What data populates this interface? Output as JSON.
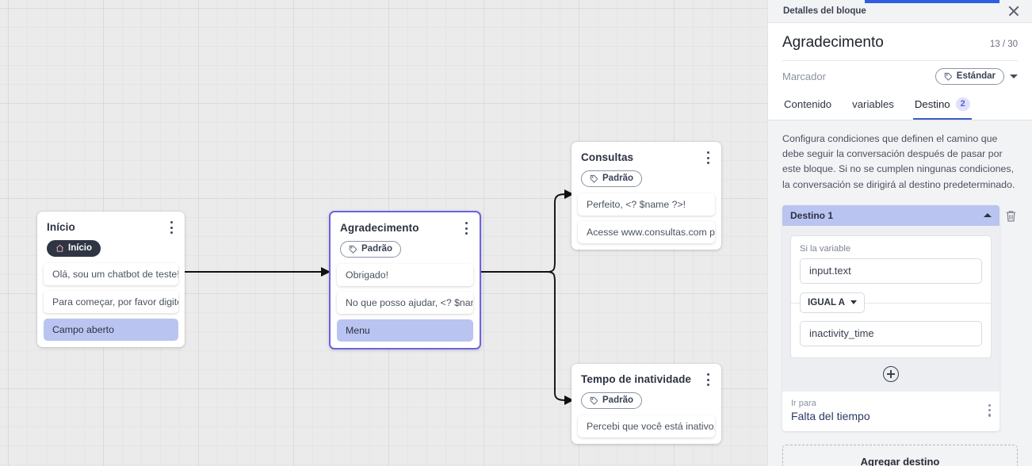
{
  "canvas": {
    "nodes": [
      {
        "id": "inicio",
        "title": "Início",
        "badge": "Início",
        "badge_icon": "home-icon",
        "badge_style": "dark",
        "selected": false,
        "rows": [
          {
            "text": "Olá, sou um chatbot de teste!",
            "highlight": false
          },
          {
            "text": "Para começar, por favor digite o ...",
            "highlight": false
          },
          {
            "text": "Campo aberto",
            "highlight": true
          }
        ]
      },
      {
        "id": "agradecimento",
        "title": "Agradecimento",
        "badge": "Padrão",
        "badge_icon": "tag-icon",
        "badge_style": "light",
        "selected": true,
        "rows": [
          {
            "text": "Obrigado!",
            "highlight": false
          },
          {
            "text": "No que posso ajudar, <? $name ...",
            "highlight": false
          },
          {
            "text": "Menu",
            "highlight": true
          }
        ]
      },
      {
        "id": "consultas",
        "title": "Consultas",
        "badge": "Padrão",
        "badge_icon": "tag-icon",
        "badge_style": "light",
        "selected": false,
        "rows": [
          {
            "text": "Perfeito, <? $name ?>!",
            "highlight": false
          },
          {
            "text": "Acesse www.consultas.com par...",
            "highlight": false
          }
        ]
      },
      {
        "id": "inatividade",
        "title": "Tempo de inatividade",
        "badge": "Padrão",
        "badge_icon": "tag-icon",
        "badge_style": "light",
        "selected": false,
        "rows": [
          {
            "text": "Percebi que você está inativo. C...",
            "highlight": false
          }
        ]
      }
    ]
  },
  "panel": {
    "topbar_title": "Detalles del bloque",
    "close_icon": "close-icon",
    "block_title": "Agradecimento",
    "char_count": "13 / 30",
    "marker_label": "Marcador",
    "marker_value": "Estándar",
    "marker_icon": "tag-icon",
    "tabs": [
      {
        "label": "Contenido",
        "active": false,
        "badge": ""
      },
      {
        "label": "variables",
        "active": false,
        "badge": ""
      },
      {
        "label": "Destino",
        "active": true,
        "badge": "2"
      }
    ],
    "description": "Configura condiciones que definen el camino que debe seguir la conversación después de pasar por este bloque. Si no se cumplen ningunas condiciones, la conversación se dirigirá al destino predeterminado.",
    "destination": {
      "header": "Destino 1",
      "collapse_icon": "chevron-up-icon",
      "delete_icon": "trash-icon",
      "condition_label": "Si la variable",
      "variable_value": "input.text",
      "operator": "IGUAL A",
      "comparison_value": "inactivity_time",
      "add_condition_icon": "plus-circle-icon",
      "goto_label": "Ir para",
      "goto_value": "Falta del tiempo",
      "goto_menu_icon": "kebab-icon"
    },
    "add_destination_label": "Agregar destino"
  },
  "colors": {
    "accent": "#3b5ccc",
    "node_selected_border": "#6c63e0",
    "highlight_row": "#b9c4f0",
    "top_accent": "#2f5fe0"
  }
}
